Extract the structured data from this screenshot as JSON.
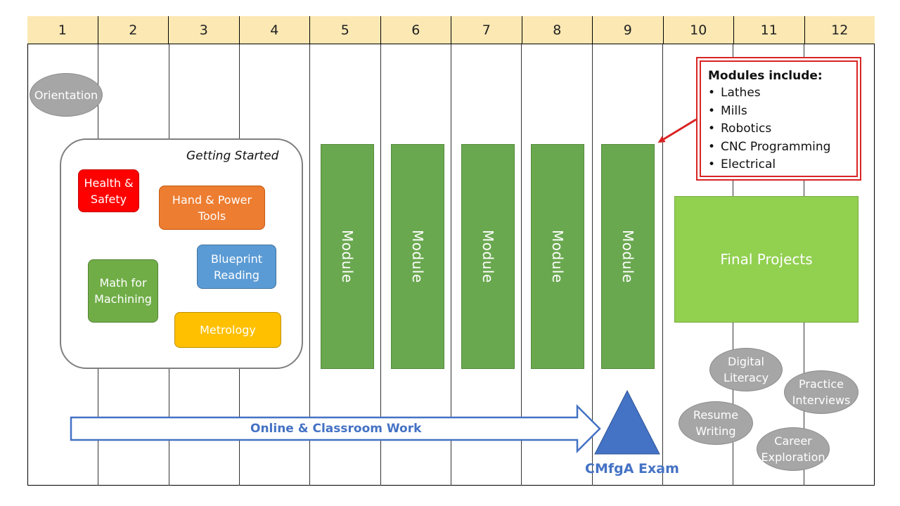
{
  "weeks": [
    "1",
    "2",
    "3",
    "4",
    "5",
    "6",
    "7",
    "8",
    "9",
    "10",
    "11",
    "12"
  ],
  "orientation": "Orientation",
  "getting_started": {
    "title": "Getting Started",
    "health_safety": "Health & Safety",
    "hand_power_tools": "Hand & Power Tools",
    "blueprint_reading": "Blueprint Reading",
    "math_machining": "Math for Machining",
    "metrology": "Metrology"
  },
  "modules": [
    "Module",
    "Module",
    "Module",
    "Module",
    "Module"
  ],
  "modules_note": {
    "title": "Modules include:",
    "items": [
      "Lathes",
      "Mills",
      "Robotics",
      "CNC Programming",
      "Electrical"
    ]
  },
  "final_projects": "Final Projects",
  "soft_skills": {
    "digital_literacy": "Digital Literacy",
    "practice_interviews": "Practice Interviews",
    "resume_writing": "Resume Writing",
    "career_exploration": "Career Exploration"
  },
  "arrow_label": "Online & Classroom  Work",
  "exam_label": "CMfgA Exam",
  "colors": {
    "header": "#fbe8b3",
    "health_safety": "#ff0000",
    "hand_power_tools": "#ed7d31",
    "blueprint_reading": "#5b9bd5",
    "math_machining": "#70ad47",
    "metrology": "#ffc000",
    "module": "#6aa84f",
    "final_projects": "#92d050",
    "oval": "#a6a6a6",
    "arrow": "#4472c4",
    "callout": "#d92424"
  }
}
